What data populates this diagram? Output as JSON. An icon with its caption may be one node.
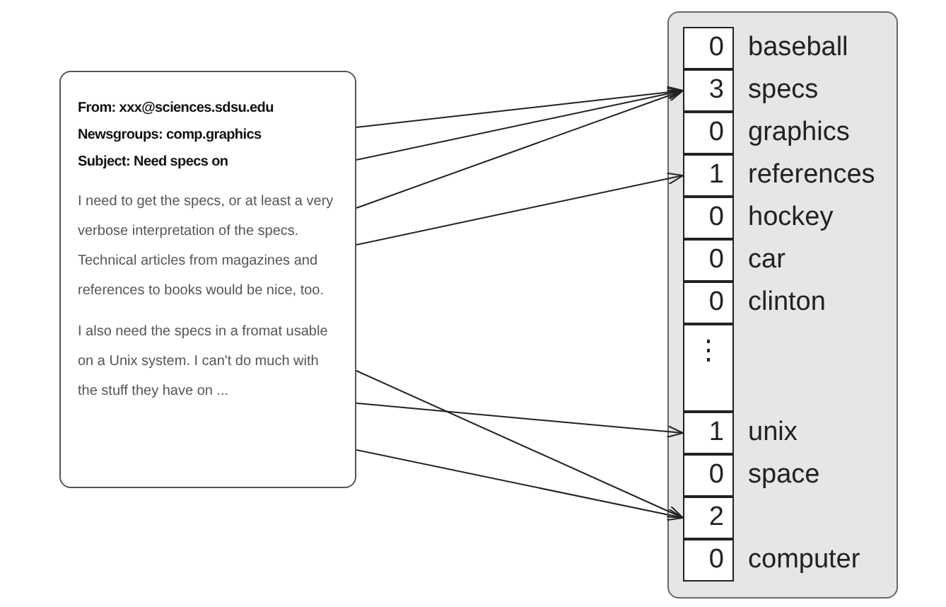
{
  "diagram": {
    "nodes": [
      {
        "text": [
          "From: xxx@sciences.sdsu.edu",
          "Newsgroups: comp.graphics",
          "Subject: Need specs on",
          "I need to get the specs, or at least a very verbose interpretation of the specs. Technical articles from magazines and references to books would be nice, too.",
          "I also need the specs in a fromat usable on a Unix system. I can't do much with the stuff they have on ..."
        ]
      },
      {
        "text": [],
        "shape": "box"
      },
      {
        "text": [
          "0",
          "baseball"
        ],
        "in": 1
      },
      {
        "text": [
          "3",
          "specs"
        ],
        "in": 1
      },
      {
        "text": [
          "0",
          "graphics"
        ],
        "in": 1
      },
      {
        "text": [
          "1",
          "references"
        ],
        "in": 1
      },
      {
        "text": [
          "0",
          "hockey"
        ],
        "in": 1
      },
      {
        "text": [
          "0",
          "car"
        ],
        "in": 1
      },
      {
        "text": [
          "0",
          "clinton"
        ],
        "in": 1
      },
      {
        "text": [
          "⋮"
        ],
        "in": 1
      },
      {
        "text": [
          "1",
          "unix"
        ],
        "in": 1
      },
      {
        "text": [
          "0",
          "space"
        ],
        "in": 1
      },
      {
        "text": [
          "2"
        ],
        "in": 1
      },
      {
        "text": [
          "0",
          "computer"
        ],
        "in": 1
      }
    ],
    "edges": [
      {
        "from": 0,
        "to": 3,
        "arrow": "to"
      },
      {
        "from": 0,
        "to": 3,
        "arrow": "to"
      },
      {
        "from": 0,
        "to": 3,
        "arrow": "to"
      },
      {
        "from": 0,
        "to": 5,
        "arrow": "to"
      },
      {
        "from": 0,
        "to": 12,
        "arrow": "to"
      },
      {
        "from": 0,
        "to": 10,
        "arrow": "to"
      },
      {
        "from": 0,
        "to": 12,
        "arrow": "to"
      }
    ]
  }
}
